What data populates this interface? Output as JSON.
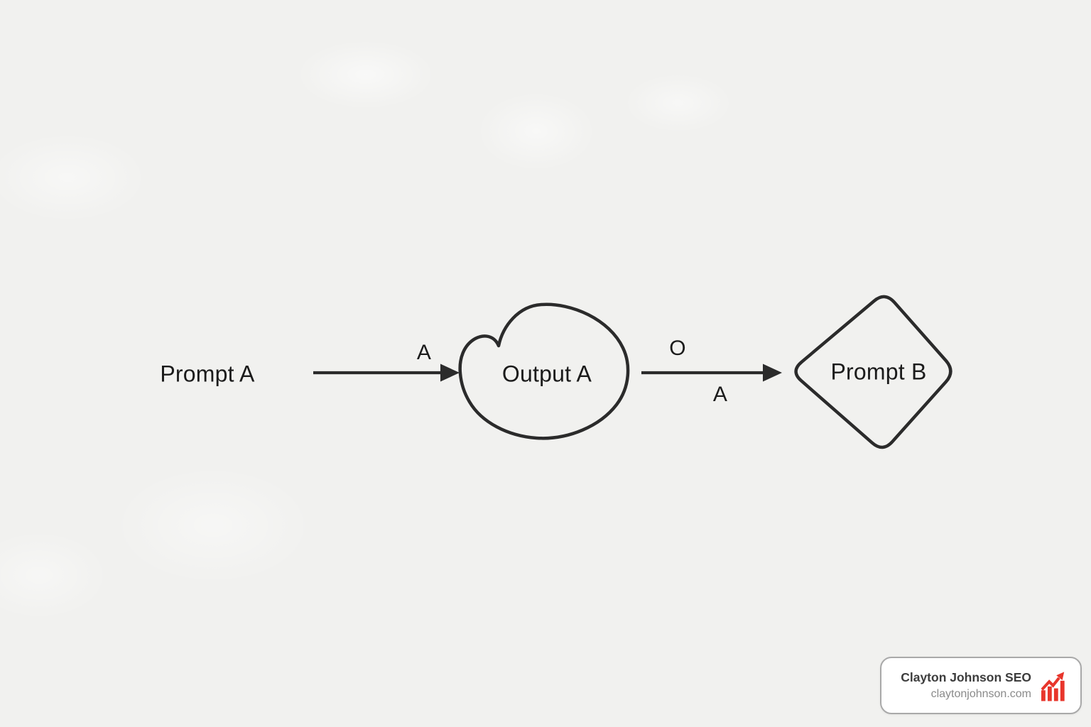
{
  "page": {
    "background": "#f1f1ef"
  },
  "diagram": {
    "stroke_color": "#2b2b2b",
    "text_color": "#1b1b1b",
    "nodes": [
      {
        "id": "prompt-a",
        "shape": "plain-text",
        "label": "Prompt A"
      },
      {
        "id": "output-a",
        "shape": "cloud",
        "label": "Output A"
      },
      {
        "id": "prompt-b",
        "shape": "diamond",
        "label": "Prompt B"
      }
    ],
    "edges": [
      {
        "from": "Prompt A",
        "to": "Output A",
        "label_above": "A"
      },
      {
        "from": "Output A",
        "to": "Prompt B",
        "label_above": "O",
        "label_below": "A"
      }
    ]
  },
  "badge": {
    "title": "Clayton Johnson SEO",
    "domain": "claytonjohnson.com",
    "icon": "growth-chart-icon",
    "colors": {
      "icon_red": "#e8352b",
      "border": "#a9a9a9",
      "background": "#ffffff",
      "title": "#3d3d3d",
      "domain": "#8a8a8a"
    }
  }
}
